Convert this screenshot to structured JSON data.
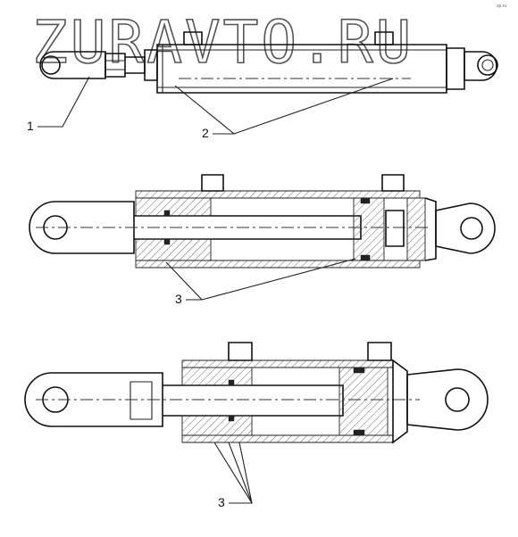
{
  "watermark": "ZURAVTO.RU",
  "corner_mark": "zp.ru",
  "callouts": [
    {
      "label": "1"
    },
    {
      "label": "2"
    },
    {
      "label": "3"
    },
    {
      "label": "3"
    }
  ]
}
